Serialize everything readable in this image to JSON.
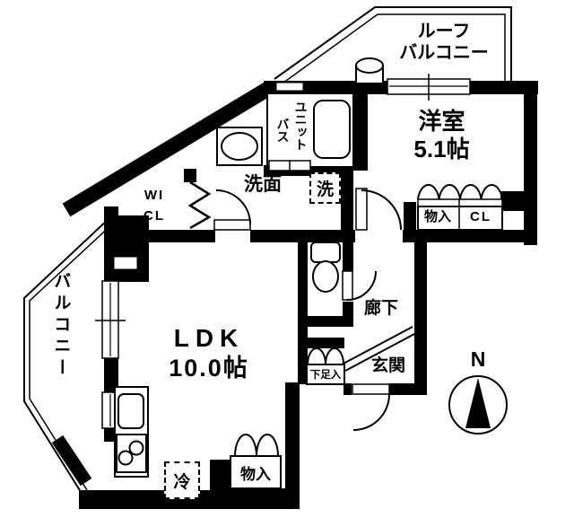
{
  "plan_labels": {
    "roof_balcony": "ルーフ\nバルコニー",
    "western_room": "洋室\n5.1帖",
    "unit_bath_col1": "ユニット",
    "unit_bath_col2": "バス",
    "washroom": "洗面",
    "washer": "洗",
    "walk_in_closet": "WI\nCL",
    "closet_storage": "物入",
    "closet_cl": "CL",
    "balcony": "バルコニー",
    "ldk_name": "LDK",
    "ldk_size": "10.0帖",
    "hallway": "廊下",
    "entrance": "玄関",
    "shoe_cabinet": "下足入",
    "fridge": "冷",
    "storage_bottom": "物入",
    "compass_north": "N"
  },
  "colors": {
    "wall": "#000000",
    "background": "#ffffff"
  }
}
